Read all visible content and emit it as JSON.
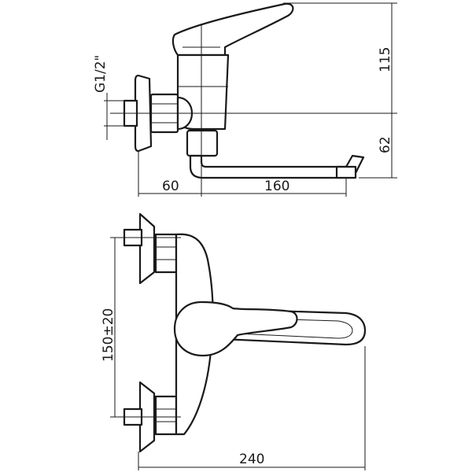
{
  "dimensions": {
    "thread": "G1/2\"",
    "height_top": "115",
    "height_bottom": "62",
    "offset_wall": "60",
    "spout_reach": "160",
    "center_distance": "150±20",
    "total_length": "240"
  },
  "colors": {
    "line": "#1a1a1a",
    "background": "#ffffff"
  }
}
